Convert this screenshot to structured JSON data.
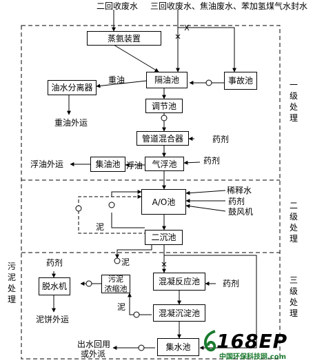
{
  "inputs": {
    "input1": "二回收废水",
    "input2": "三回收废水、焦油废水、苯加氢煤气水封水"
  },
  "boxes": {
    "ammonia": "蒸氨装置",
    "oil_sep": "隔油池",
    "accident": "事故池",
    "oil_water_separator": "油水分离器",
    "regulate": "调节池",
    "pipe_mixer": "管道混合器",
    "air_float": "气浮池",
    "oil_collect": "集油池",
    "ao": "A/O池",
    "secondary_clar": "二沉池",
    "dewater": "脱水机",
    "sludge_thick_line1": "污泥",
    "sludge_thick_line2": "浓缩池",
    "coag_react": "混凝反应池",
    "coag_settle": "混凝沉淀池",
    "collect": "集水池"
  },
  "labels": {
    "heavy_oil": "重油",
    "heavy_oil_out": "重油外运",
    "chem_mixer": "药剂",
    "floating_oil": "浮油",
    "floating_oil_out": "浮油外运",
    "chem_float": "药剂",
    "dilution": "稀释水",
    "chem_ao": "药剂",
    "blower": "鼓风机",
    "sludge_ao": "泥",
    "sludge_sec": "泥",
    "chem_dewater": "药剂",
    "cake_out": "泥饼外运",
    "chem_coag": "药剂",
    "sludge_coag": "泥",
    "reuse_line1": "出水回用",
    "reuse_line2": "或外派"
  },
  "stages": {
    "stage1": "一级处理",
    "stage2": "二级处理",
    "stage3": "三级处理",
    "sludge": "污泥处理"
  },
  "logo": {
    "number": "168EP",
    "text": "中国环保科技网",
    "domain": ".com"
  },
  "colors": {
    "line": "#000000",
    "logo_green": "#1a7a2e",
    "logo_black": "#111111"
  }
}
